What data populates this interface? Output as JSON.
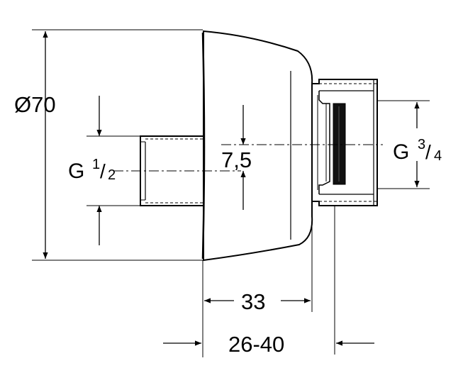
{
  "labels": {
    "diameter_symbol": "Ø",
    "diameter_value": "70",
    "inlet_thread_prefix": "G",
    "inlet_thread_num": "1",
    "inlet_thread_den": "2",
    "center_offset": "7,5",
    "outlet_thread_prefix": "G",
    "outlet_thread_num": "3",
    "outlet_thread_den": "4",
    "body_length": "33",
    "install_range": "26-40"
  },
  "colors": {
    "line": "#000000",
    "background": "#ffffff"
  }
}
